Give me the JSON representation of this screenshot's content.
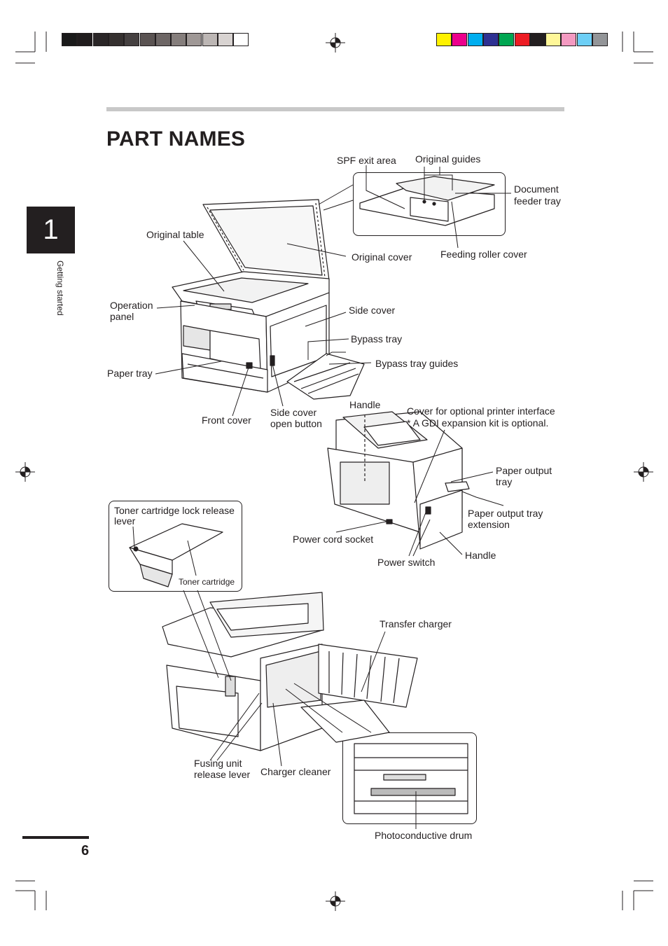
{
  "page": {
    "title": "PART NAMES",
    "chapter_number": "1",
    "section_label": "Getting started",
    "page_number": "6"
  },
  "colors": {
    "greys": [
      "#1a1a1a",
      "#201c1d",
      "#2a2627",
      "#35302f",
      "#454040",
      "#5a5352",
      "#6d6665",
      "#857e7c",
      "#9f9896",
      "#bcb6b4",
      "#d8d3d1",
      "#ffffff"
    ],
    "process": [
      "#fff200",
      "#ec008c",
      "#00aeef",
      "#2e3192",
      "#00a651",
      "#ed1c24",
      "#231f20",
      "#fff799",
      "#f49ac1",
      "#6dcff6",
      "#939598"
    ],
    "title_bar": "#c8c8c8",
    "chapter_tab": "#231f20"
  },
  "labels": {
    "spf_exit_area": "SPF exit area",
    "original_guides": "Original guides",
    "document_feeder_tray_1": "Document",
    "document_feeder_tray_2": "feeder tray",
    "feeding_roller_cover": "Feeding roller cover",
    "original_table": "Original table",
    "original_cover": "Original cover",
    "operation_panel_1": "Operation",
    "operation_panel_2": "panel",
    "side_cover": "Side cover",
    "bypass_tray": "Bypass tray",
    "bypass_tray_guides": "Bypass tray guides",
    "paper_tray": "Paper tray",
    "front_cover": "Front cover",
    "side_cover_open_button_1": "Side cover",
    "side_cover_open_button_2": "open button",
    "handle_top": "Handle",
    "cover_optional_interface": "Cover for optional printer interface",
    "gdi_note": "*  A GDI expansion kit is optional.",
    "paper_output_tray_1": "Paper output",
    "paper_output_tray_2": "tray",
    "paper_output_tray_ext_1": "Paper output tray",
    "paper_output_tray_ext_2": "extension",
    "power_cord_socket": "Power cord socket",
    "handle_bottom": "Handle",
    "power_switch": "Power switch",
    "toner_lock_release_1": "Toner cartridge lock release",
    "toner_lock_release_2": "lever",
    "toner_cartridge": "Toner cartridge",
    "transfer_charger": "Transfer charger",
    "fusing_unit_release_1": "Fusing unit",
    "fusing_unit_release_2": "release lever",
    "charger_cleaner": "Charger cleaner",
    "photoconductive_drum": "Photoconductive drum"
  }
}
